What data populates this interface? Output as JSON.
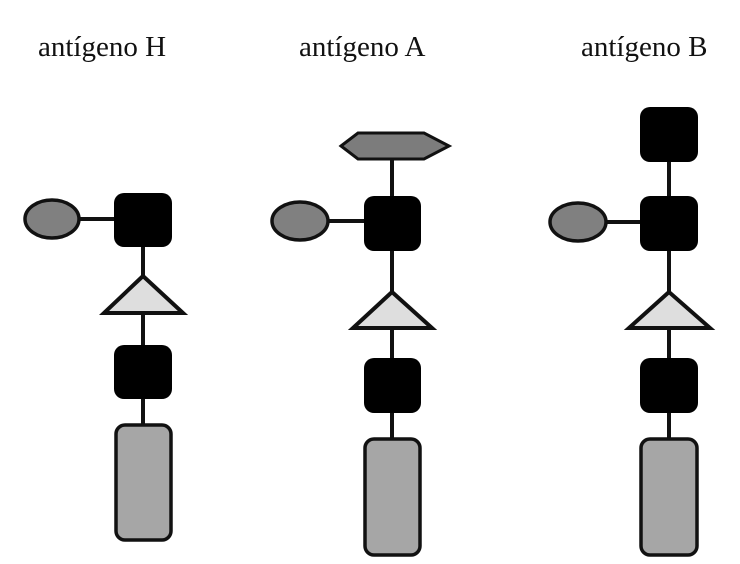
{
  "diagram": {
    "colors": {
      "sugar_black": "#000000",
      "ellipse_gray": "#808080",
      "hexagon_gray": "#7c7c7c",
      "triangle_light": "#dedede",
      "base_gray": "#a6a6a6",
      "stroke": "#111111"
    },
    "antigens": [
      {
        "label": "antígeno H",
        "components": [
          "gray-ellipse",
          "black-square",
          "light-triangle",
          "black-square",
          "gray-rectangle"
        ],
        "terminal_sugar": "none"
      },
      {
        "label": "antígeno A",
        "components": [
          "gray-hexagon",
          "gray-ellipse",
          "black-square",
          "light-triangle",
          "black-square",
          "gray-rectangle"
        ],
        "terminal_sugar": "hexagon"
      },
      {
        "label": "antígeno B",
        "components": [
          "black-square",
          "gray-ellipse",
          "black-square",
          "light-triangle",
          "black-square",
          "gray-rectangle"
        ],
        "terminal_sugar": "square"
      }
    ]
  }
}
